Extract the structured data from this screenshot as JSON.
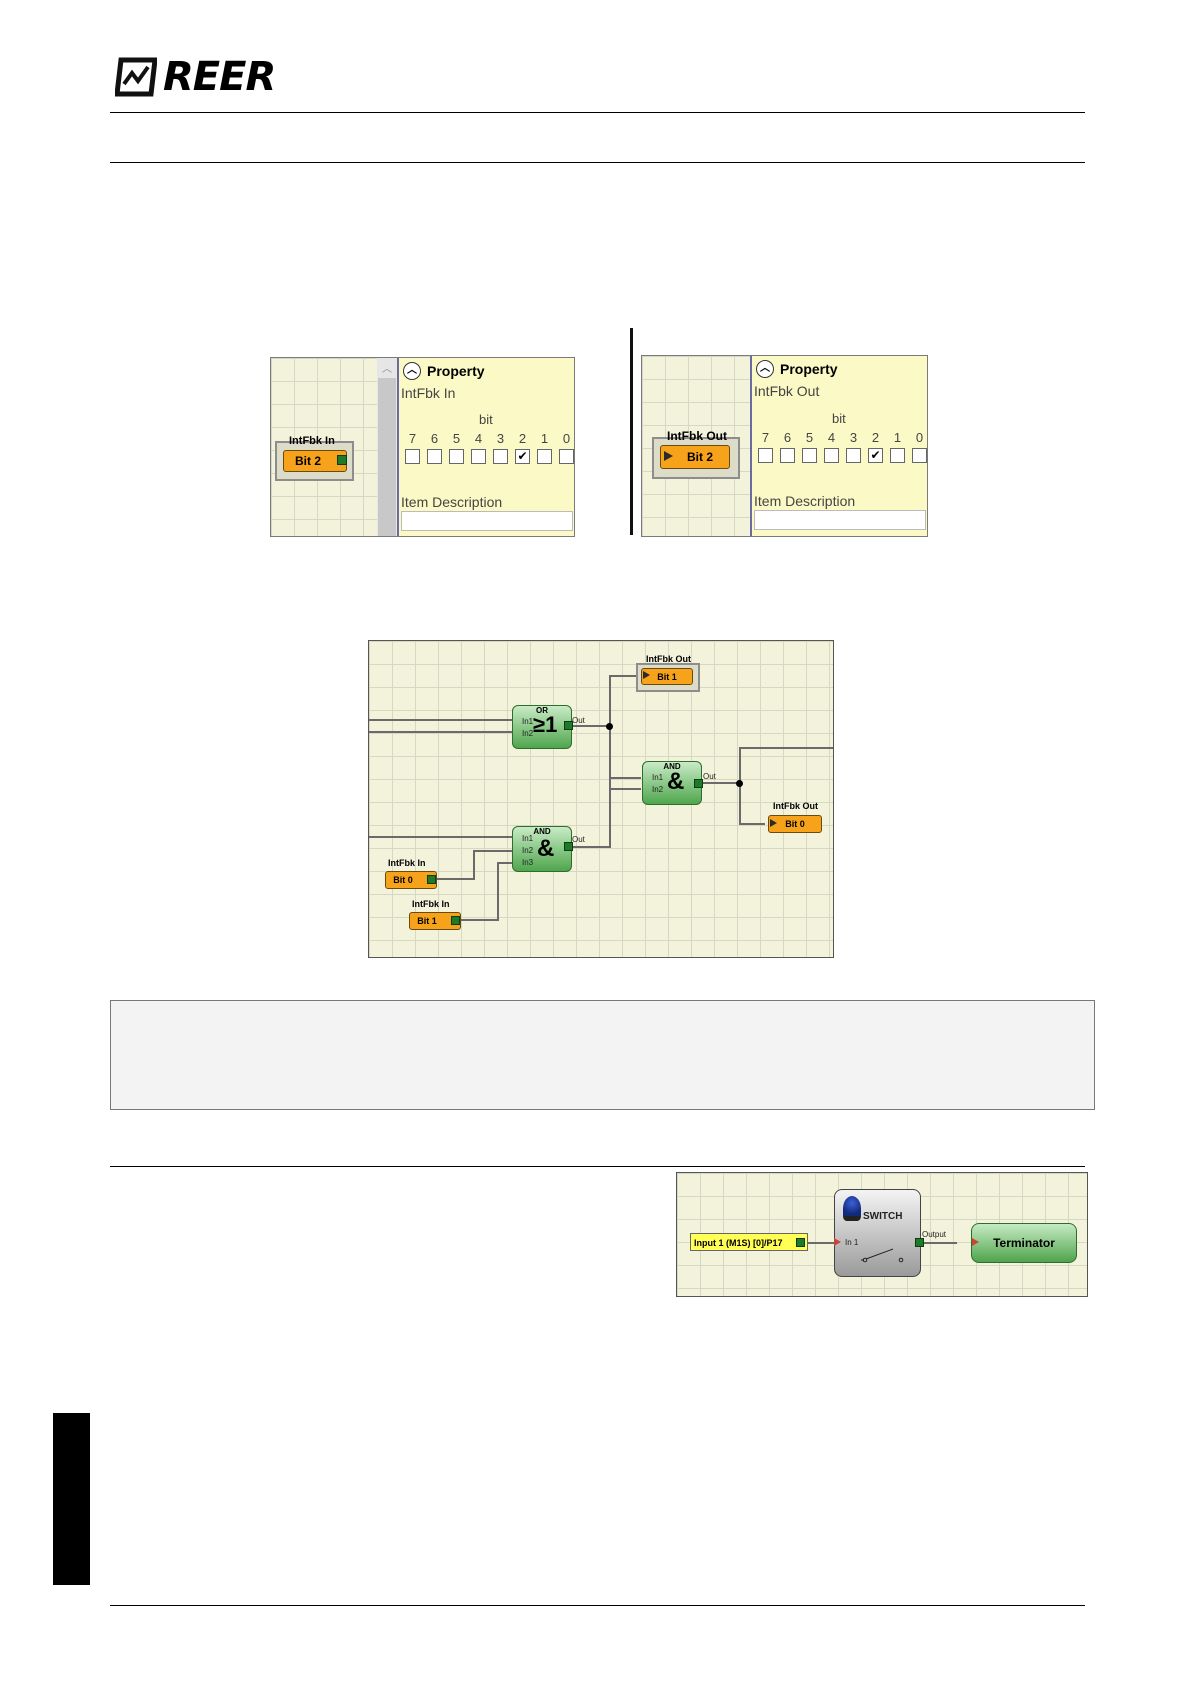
{
  "header": {
    "logo_text": "REER"
  },
  "fig1_left": {
    "block_label": "IntFbk In",
    "block_value": "Bit 2",
    "property_title": "Property",
    "subtitle": "IntFbk In",
    "bit_caption": "bit",
    "bits": [
      "7",
      "6",
      "5",
      "4",
      "3",
      "2",
      "1",
      "0"
    ],
    "checked_bit": "2",
    "item_description_label": "Item Description"
  },
  "fig1_right": {
    "block_label": "IntFbk Out",
    "block_value": "Bit 2",
    "property_title": "Property",
    "subtitle": "IntFbk Out",
    "bit_caption": "bit",
    "bits": [
      "7",
      "6",
      "5",
      "4",
      "3",
      "2",
      "1",
      "0"
    ],
    "checked_bit": "2",
    "item_description_label": "Item Description"
  },
  "fig2": {
    "intfbk_out_top": {
      "label": "IntFbk Out",
      "value": "Bit 1"
    },
    "or_gate": {
      "name": "OR",
      "symbol": "≥1",
      "inputs": [
        "In1",
        "In2"
      ],
      "output": "Out"
    },
    "and_gate_mid": {
      "name": "AND",
      "symbol": "&",
      "inputs": [
        "In1",
        "In2"
      ],
      "output": "Out"
    },
    "and_gate_low": {
      "name": "AND",
      "symbol": "&",
      "inputs": [
        "In1",
        "In2",
        "In3"
      ],
      "output": "Out"
    },
    "intfbk_out_right": {
      "label": "IntFbk Out",
      "value": "Bit 0"
    },
    "intfbk_in_a": {
      "label": "IntFbk In",
      "value": "Bit 0"
    },
    "intfbk_in_b": {
      "label": "IntFbk In",
      "value": "Bit 1"
    }
  },
  "fig3": {
    "input_label": "Input 1 (M1S) [0]/P17",
    "switch_title": "SWITCH",
    "switch_input": "In 1",
    "switch_output": "Output",
    "terminator_label": "Terminator"
  }
}
